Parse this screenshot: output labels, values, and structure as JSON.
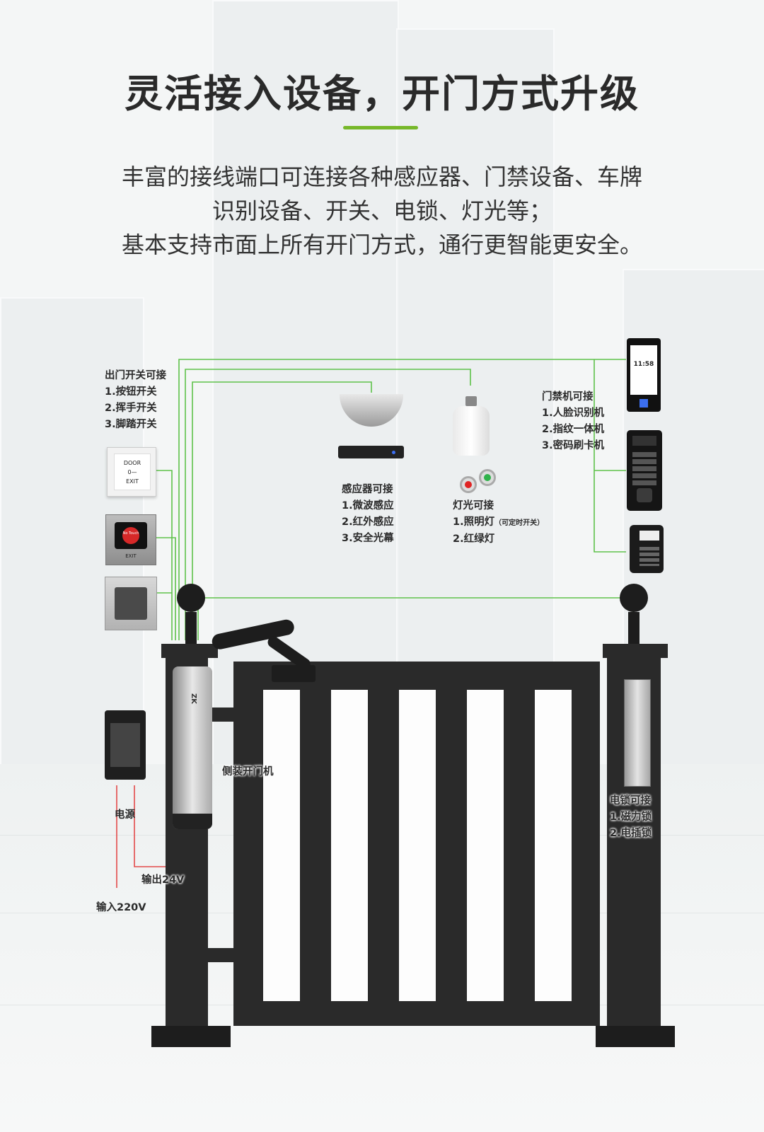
{
  "title": "灵活接入设备，开门方式升级",
  "intro": [
    "丰富的接线端口可连接各种感应器、门禁设备、车牌",
    "识别设备、开关、电锁、灯光等；",
    "基本支持市面上所有开门方式，通行更智能更安全。"
  ],
  "exit_switch": {
    "heading": "出门开关可接",
    "items": [
      "1.按钮开关",
      "2.挥手开关",
      "3.脚踏开关"
    ],
    "button1_line1": "DOOR",
    "button1_key": "0—",
    "button1_line2": "EXIT",
    "button2_center": "No Touch",
    "button2_bottom": "EXIT"
  },
  "sensor": {
    "heading": "感应器可接",
    "items": [
      "1.微波感应",
      "2.红外感应",
      "3.安全光幕"
    ]
  },
  "light": {
    "heading": "灯光可接",
    "item1": "1.照明灯",
    "item1_note": "（可定时开关）",
    "item2": "2.红绿灯"
  },
  "access": {
    "heading": "门禁机可接",
    "items": [
      "1.人脸识别机",
      "2.指纹一体机",
      "3.密码刷卡机"
    ],
    "face_time": "11:58"
  },
  "opener": {
    "label": "侧装开门机",
    "brand": "ZK"
  },
  "power": {
    "label": "电源",
    "output": "输出24V",
    "input": "输入220V"
  },
  "lock": {
    "heading": "电锁可接",
    "items": [
      "1.磁力锁",
      "2.电插锁"
    ]
  },
  "colors": {
    "accent": "#77b82a",
    "wire_green": "#5ec24a",
    "wire_red": "#e34a4a",
    "gate": "#2a2a2a"
  }
}
